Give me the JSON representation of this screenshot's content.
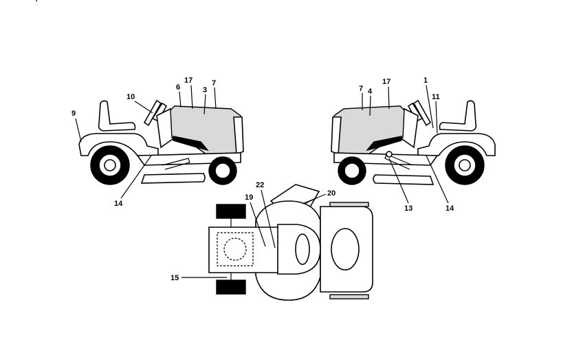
{
  "header": {
    "fragments": [
      "·.·······",
      "·",
      "···· ····",
      "········ ·····",
      "···· ··"
    ]
  },
  "callouts": {
    "left_view": [
      "10",
      "6",
      "17",
      "3",
      "7",
      "9",
      "14"
    ],
    "right_view": [
      "7",
      "4",
      "17",
      "1",
      "11",
      "13",
      "14"
    ],
    "top_view": [
      "22",
      "19",
      "20",
      "15"
    ]
  }
}
